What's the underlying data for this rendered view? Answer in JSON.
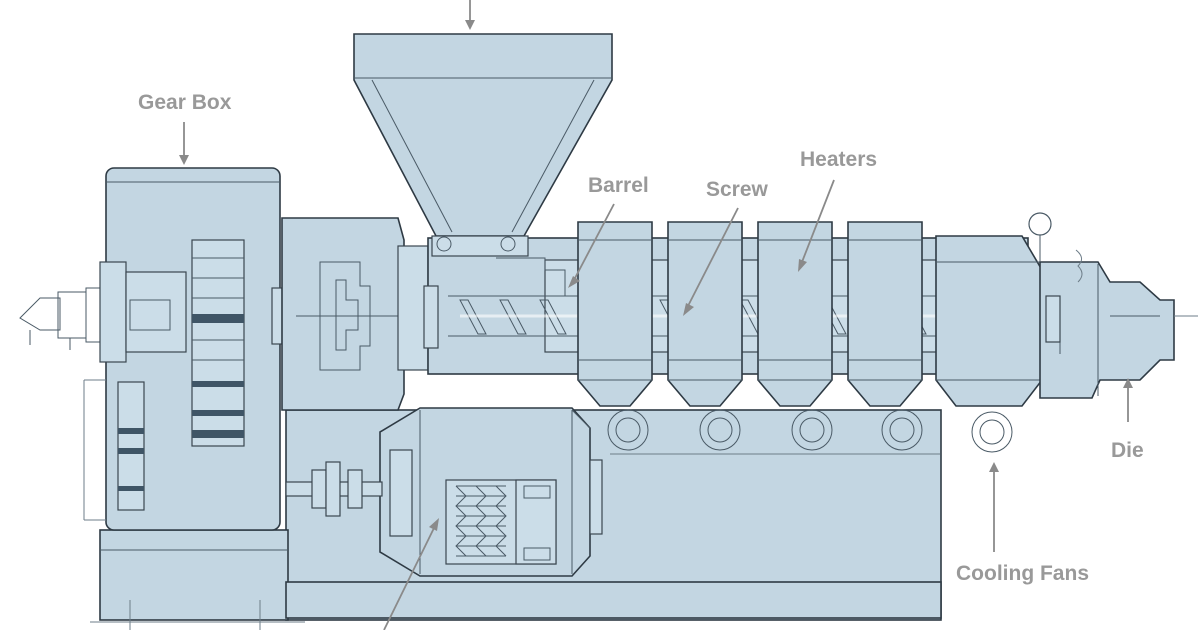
{
  "labels": {
    "gear_box": "Gear Box",
    "barrel": "Barrel",
    "screw": "Screw",
    "heaters": "Heaters",
    "die": "Die",
    "cooling_fans": "Cooling Fans"
  },
  "colors": {
    "machine_fill": "#c3d6e2",
    "outline": "#2e3a44",
    "label_text": "#999999",
    "arrow": "#8a8a8a"
  }
}
